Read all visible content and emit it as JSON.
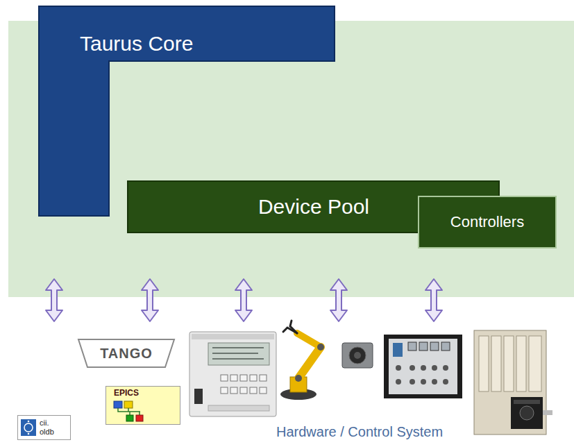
{
  "diagram": {
    "nodes": [
      {
        "text": [
          "Taurus Core"
        ]
      },
      {
        "text": [
          "Device Pool"
        ]
      },
      {
        "text": [
          "Controllers"
        ],
        "in": 1
      },
      {
        "text": [
          "TANGO"
        ]
      },
      {
        "text": [
          "cii. oldb"
        ]
      },
      {
        "text": [
          "EPICS"
        ]
      }
    ],
    "labels": [
      "Hardware / Control System"
    ]
  }
}
